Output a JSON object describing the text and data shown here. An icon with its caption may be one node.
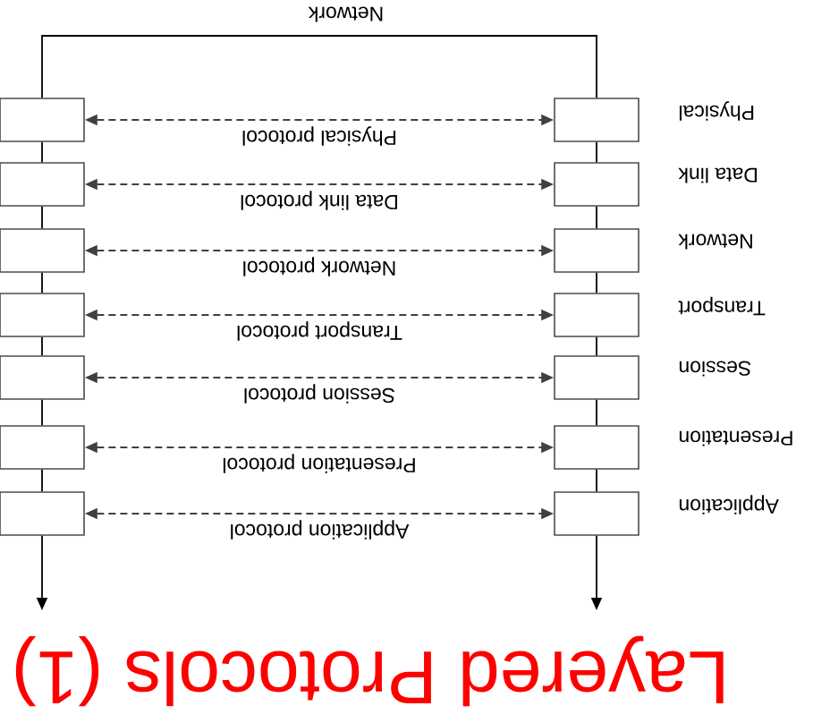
{
  "diagram": {
    "title": "Layered Protocols (1)",
    "nodes": [
      {
        "text": [],
        "shape": "box"
      },
      {
        "text": [],
        "shape": "box"
      },
      {
        "text": [],
        "shape": "box"
      },
      {
        "text": [],
        "shape": "box"
      },
      {
        "text": [],
        "shape": "box"
      },
      {
        "text": [],
        "shape": "box"
      },
      {
        "text": [],
        "shape": "box"
      },
      {
        "text": [],
        "shape": "box",
        "beside": [
          "Physical"
        ]
      },
      {
        "text": [],
        "shape": "box",
        "beside": [
          "Data link"
        ]
      },
      {
        "text": [],
        "shape": "box",
        "beside": [
          "Network"
        ]
      },
      {
        "text": [],
        "shape": "box",
        "beside": [
          "Transport"
        ]
      },
      {
        "text": [],
        "shape": "box",
        "beside": [
          "Session"
        ]
      },
      {
        "text": [],
        "shape": "box",
        "beside": [
          "Presentation"
        ]
      },
      {
        "text": [],
        "shape": "box",
        "beside": [
          "Application"
        ]
      }
    ],
    "edges": [
      {
        "from": 0,
        "to": 7,
        "arrow": "none",
        "label": "Network"
      },
      {
        "from": 0,
        "to": 7,
        "arrow": "both",
        "style": "dashed",
        "label": "Physical protocol"
      },
      {
        "from": 1,
        "to": 8,
        "arrow": "both",
        "style": "dashed",
        "label": "Data link protocol"
      },
      {
        "from": 2,
        "to": 9,
        "arrow": "both",
        "style": "dashed",
        "label": "Network protocol"
      },
      {
        "from": 3,
        "to": 10,
        "arrow": "both",
        "style": "dashed",
        "label": "Transport protocol"
      },
      {
        "from": 4,
        "to": 11,
        "arrow": "both",
        "style": "dashed",
        "label": "Session protocol"
      },
      {
        "from": 5,
        "to": 12,
        "arrow": "both",
        "style": "dashed",
        "label": "Presentation protocol"
      },
      {
        "from": 6,
        "to": 13,
        "arrow": "both",
        "style": "dashed",
        "label": "Application protocol"
      },
      {
        "from": 0,
        "to": 1,
        "arrow": "none"
      },
      {
        "from": 1,
        "to": 2,
        "arrow": "none"
      },
      {
        "from": 2,
        "to": 3,
        "arrow": "none"
      },
      {
        "from": 3,
        "to": 4,
        "arrow": "none"
      },
      {
        "from": 4,
        "to": 5,
        "arrow": "none"
      },
      {
        "from": 5,
        "to": 6,
        "arrow": "none"
      },
      {
        "from": 7,
        "to": 8,
        "arrow": "none"
      },
      {
        "from": 8,
        "to": 9,
        "arrow": "none"
      },
      {
        "from": 9,
        "to": 10,
        "arrow": "none"
      },
      {
        "from": 10,
        "to": 11,
        "arrow": "none"
      },
      {
        "from": 11,
        "to": 12,
        "arrow": "none"
      },
      {
        "from": 12,
        "to": 13,
        "arrow": "none"
      },
      {
        "from": 6,
        "to": null,
        "arrow": "to"
      },
      {
        "from": 13,
        "to": null,
        "arrow": "to"
      }
    ]
  }
}
